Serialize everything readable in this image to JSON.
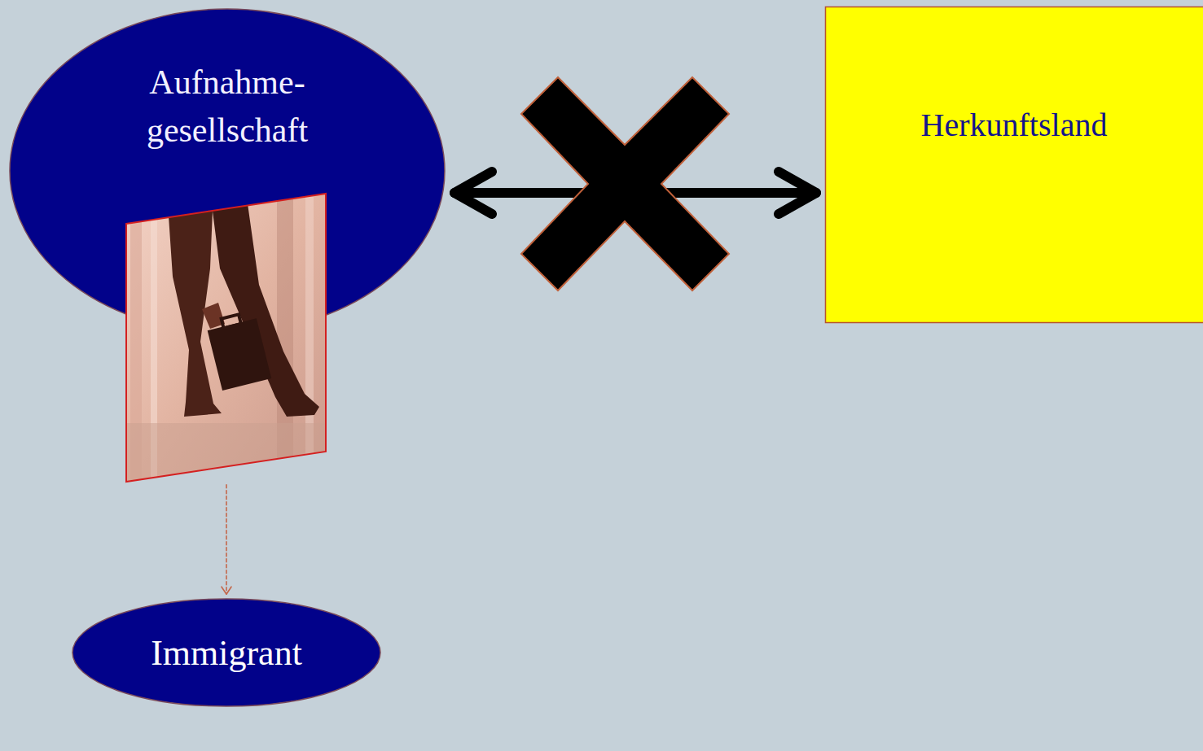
{
  "diagram": {
    "nodes": [
      {
        "text": [
          "Aufnahme- gesellschaft"
        ]
      },
      {
        "text": [
          "Herkunftsland"
        ]
      },
      {
        "text": [
          "Immigrant"
        ]
      }
    ],
    "edges": [
      {
        "from": 0,
        "to": 1,
        "arrow": "both"
      },
      {
        "from": 0,
        "to": 2,
        "arrow": "to"
      }
    ]
  }
}
